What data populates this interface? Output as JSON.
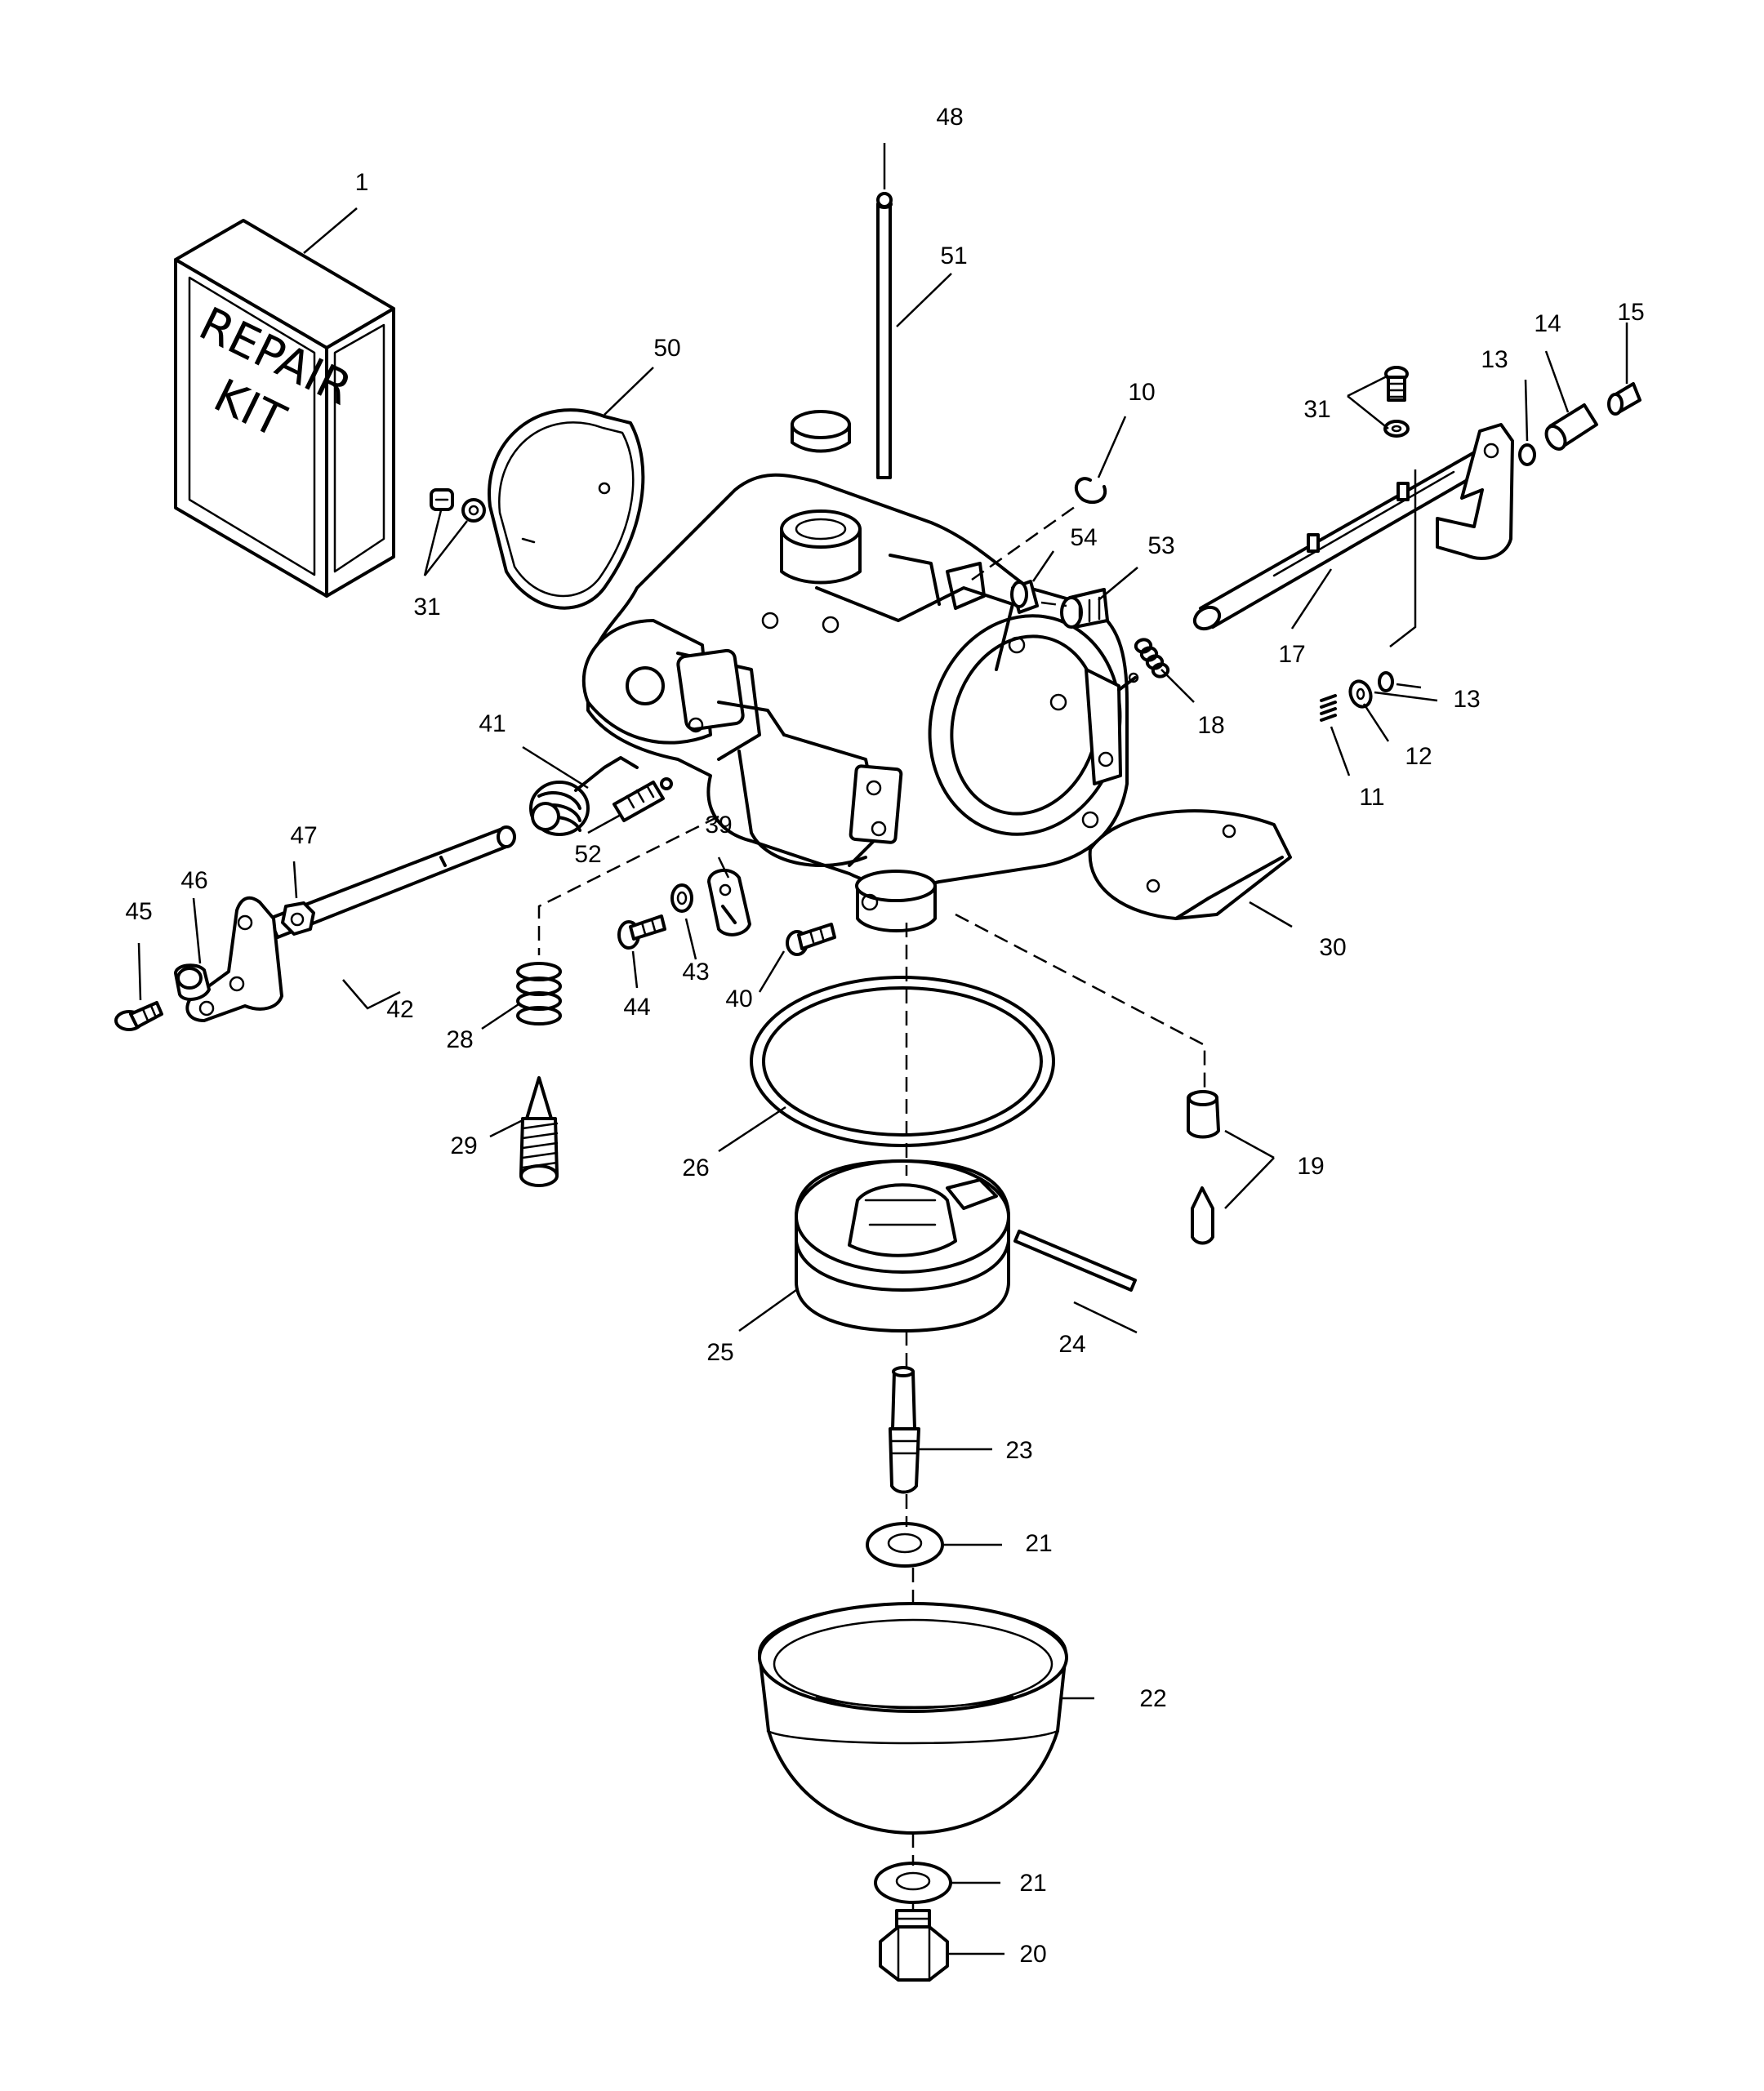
{
  "diagram": {
    "kit_text": [
      "REPAIR",
      "KIT"
    ],
    "callouts": [
      {
        "key": "c1",
        "text": "1"
      },
      {
        "key": "c10",
        "text": "10"
      },
      {
        "key": "c11",
        "text": "11"
      },
      {
        "key": "c12",
        "text": "12"
      },
      {
        "key": "c13a",
        "text": "13"
      },
      {
        "key": "c13b",
        "text": "13"
      },
      {
        "key": "c14",
        "text": "14"
      },
      {
        "key": "c15",
        "text": "15"
      },
      {
        "key": "c17",
        "text": "17"
      },
      {
        "key": "c18",
        "text": "18"
      },
      {
        "key": "c19",
        "text": "19"
      },
      {
        "key": "c20",
        "text": "20"
      },
      {
        "key": "c21a",
        "text": "21"
      },
      {
        "key": "c21b",
        "text": "21"
      },
      {
        "key": "c22",
        "text": "22"
      },
      {
        "key": "c23",
        "text": "23"
      },
      {
        "key": "c24",
        "text": "24"
      },
      {
        "key": "c25",
        "text": "25"
      },
      {
        "key": "c26",
        "text": "26"
      },
      {
        "key": "c28",
        "text": "28"
      },
      {
        "key": "c29",
        "text": "29"
      },
      {
        "key": "c30",
        "text": "30"
      },
      {
        "key": "c31a",
        "text": "31"
      },
      {
        "key": "c31b",
        "text": "31"
      },
      {
        "key": "c39",
        "text": "39"
      },
      {
        "key": "c40",
        "text": "40"
      },
      {
        "key": "c41",
        "text": "41"
      },
      {
        "key": "c42",
        "text": "42"
      },
      {
        "key": "c43",
        "text": "43"
      },
      {
        "key": "c44",
        "text": "44"
      },
      {
        "key": "c45",
        "text": "45"
      },
      {
        "key": "c46",
        "text": "46"
      },
      {
        "key": "c47",
        "text": "47"
      },
      {
        "key": "c48",
        "text": "48"
      },
      {
        "key": "c50",
        "text": "50"
      },
      {
        "key": "c51",
        "text": "51"
      },
      {
        "key": "c52",
        "text": "52"
      },
      {
        "key": "c53",
        "text": "53"
      },
      {
        "key": "c54",
        "text": "54"
      }
    ]
  }
}
